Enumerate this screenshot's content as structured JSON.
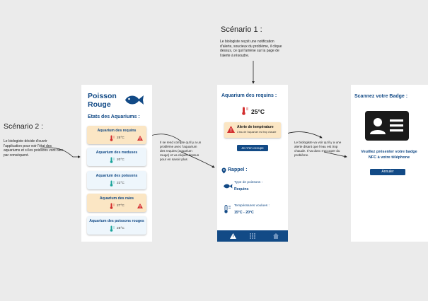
{
  "scenario1": {
    "heading": "Scénario 1 :",
    "note_lines": [
      "Le biologiste reçoit une notification",
      "d'alerte, soucieux du problème, il clique",
      "dessus, ce qui l'amène sur la page de",
      "l'alerte à résoudre."
    ]
  },
  "scenario2": {
    "heading": "Scénario 2 :",
    "note_lines": [
      "Le biologiste décide d'ouvrir",
      "l'application pour voir l'état des",
      "aquariums et si les poissons vont bien",
      "par conséquent."
    ]
  },
  "note_middle": {
    "lines": [
      "Il se rend compte qu'il y a un",
      "problème avec l'aquarium",
      "des requins (aquarium",
      "rouge) et va cliquer dessus",
      "pour en savoir plus"
    ]
  },
  "note_right": {
    "lines": [
      "Le biologiste va voir qu'il y a une",
      "alerte disant que l'eau est trop",
      "chaude. Il va donc s'occuper du",
      "problème."
    ]
  },
  "screen_home": {
    "title_lines": [
      "Poisson",
      "Rouge"
    ],
    "subtitle": "Etats des Aquariums :",
    "aquariums": [
      {
        "name": "Aquarium des requins",
        "temp": "25°C",
        "alert": true
      },
      {
        "name": "Aquarium des meduses",
        "temp": "20°C",
        "alert": false
      },
      {
        "name": "Aquarium des poissons",
        "temp": "22°C",
        "alert": false
      },
      {
        "name": "Aquarium des raies",
        "temp": "27°C",
        "alert": true
      },
      {
        "name": "Aquarium des poissons rouges",
        "temp": "25°C",
        "alert": false
      }
    ],
    "warm_color": "#fbe6c4",
    "cool_color": "#eef6fc"
  },
  "screen_alert": {
    "title": "Aquarium des requins :",
    "temperature": "25°C",
    "alert_title": "Alerte de température",
    "alert_text": "L'eau de l'aquarium est trop chaude",
    "action_button": "Je m'en occupe",
    "reminder_title": "Rappel :",
    "fish_type_label": "Type de poissons :",
    "fish_type_value": "Requins",
    "temp_label": "Températures voulues :",
    "temp_value": "15°C - 20°C",
    "nav_icons": [
      "warning-icon",
      "grid-icon",
      "home-icon"
    ]
  },
  "screen_badge": {
    "title": "Scannez votre Badge :",
    "message_lines": [
      "Veuillez présenter votre badge",
      "NFC à votre téléphone"
    ],
    "cancel_button": "Annuler"
  },
  "colors": {
    "brand_blue": "#124a86",
    "alert_red": "#d32f2f",
    "background": "#ebebeb"
  }
}
